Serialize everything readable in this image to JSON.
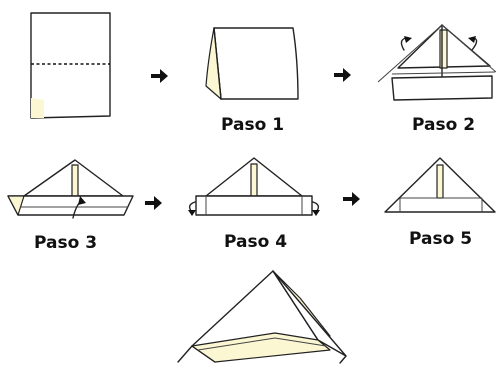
{
  "steps": [
    {
      "label": "Paso 1"
    },
    {
      "label": "Paso 2"
    },
    {
      "label": "Paso 3"
    },
    {
      "label": "Paso 4"
    },
    {
      "label": "Paso 5"
    }
  ],
  "colors": {
    "paper": "#ffffff",
    "shade": "#fbf7d2",
    "outline": "#222222",
    "arrow": "#111111"
  },
  "icons": [
    "right-arrow-icon",
    "fold-arrow-icon"
  ]
}
